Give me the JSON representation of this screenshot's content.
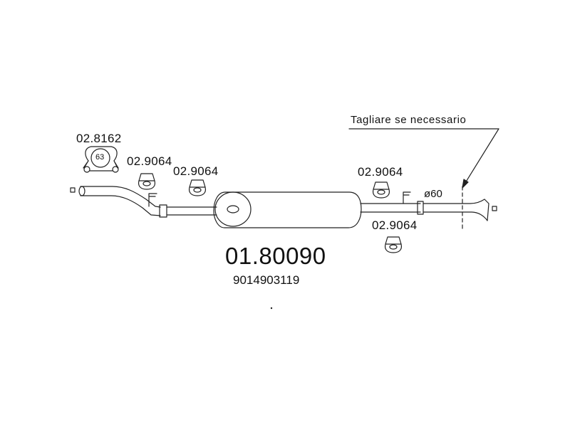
{
  "part_number": "01.80090",
  "oem_number": "9014903119",
  "clamp_ref": "02.8162",
  "clamp_size": "63",
  "hanger_refs": [
    "02.9064",
    "02.9064",
    "02.9064",
    "02.9064"
  ],
  "cut_note": "Tagliare se necessario",
  "pipe_diameter": "ø60",
  "colors": {
    "line": "#222222",
    "background": "#ffffff"
  }
}
